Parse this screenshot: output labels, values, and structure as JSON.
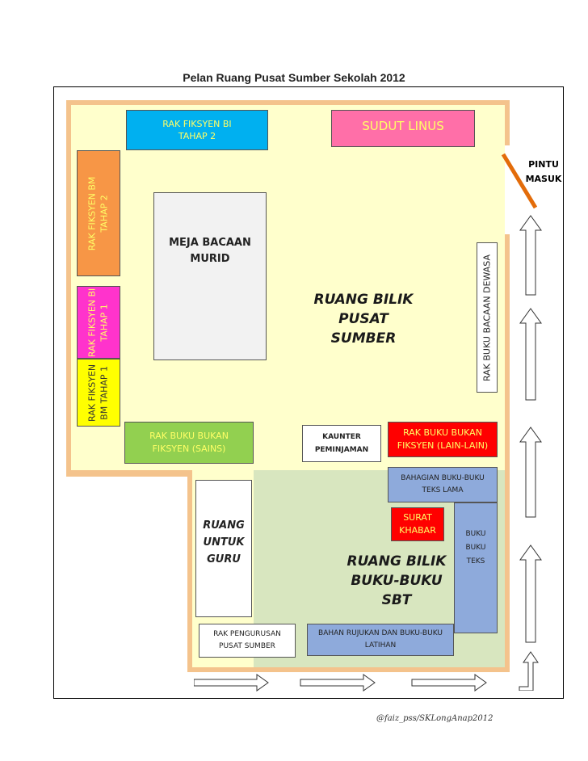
{
  "title": "Pelan Ruang Pusat Sumber Sekolah 2012",
  "labels": {
    "rak_fiksyen_bi_t2": "RAK FIKSYEN BI TAHAP 2",
    "sudut_linus": "SUDUT LINUS",
    "pintu_masuk": "PINTU MASUK",
    "rak_fiksyen_bm_t2": "RAK FIKSYEN BM TAHAP 2",
    "meja_bacaan": "MEJA BACAAN MURID",
    "rak_buku_dewasa": "RAK BUKU BACAAN DEWASA",
    "rak_fiksyen_bi_t1": "RAK FIKSYEN BI TAHAP 1",
    "rak_fiksyen_bm_t1": "RAK FIKSYEN BM TAHAP 1",
    "ruang_bilik_pusat_sumber": "RUANG BILIK PUSAT SUMBER",
    "rak_buku_sains": "RAK BUKU BUKAN FIKSYEN (SAINS)",
    "kaunter": "KAUNTER PEMINJAMAN",
    "rak_buku_lain": "RAK BUKU BUKAN FIKSYEN (LAIN-LAIN)",
    "bahagian_buku_lama": "BAHAGIAN BUKU-BUKU TEKS LAMA",
    "surat_khabar": "SURAT KHABAR",
    "buku_teks": "BUKU BUKU TEKS",
    "ruang_guru": "RUANG UNTUK GURU",
    "ruang_bilik_sbt": "RUANG BILIK BUKU-BUKU SBT",
    "rak_pengurusan": "RAK PENGURUSAN PUSAT SUMBER",
    "bahan_rujukan": "BAHAN RUJUKAN DAN BUKU-BUKU LATIHAN",
    "credit": "@faiz_pss/SKLongAnap2012"
  },
  "colors": {
    "cream": "#ffffcc",
    "green_area": "#d8e6bf",
    "border_orange": "#f4c38c",
    "cyan": "#00b0f0",
    "pink": "#ff6fa8",
    "orange": "#f79646",
    "magenta": "#ff33cc",
    "yellow": "#ffff00",
    "lime": "#92d050",
    "red": "#ff0000",
    "blue": "#8eaadb",
    "door": "#e36c0a"
  }
}
